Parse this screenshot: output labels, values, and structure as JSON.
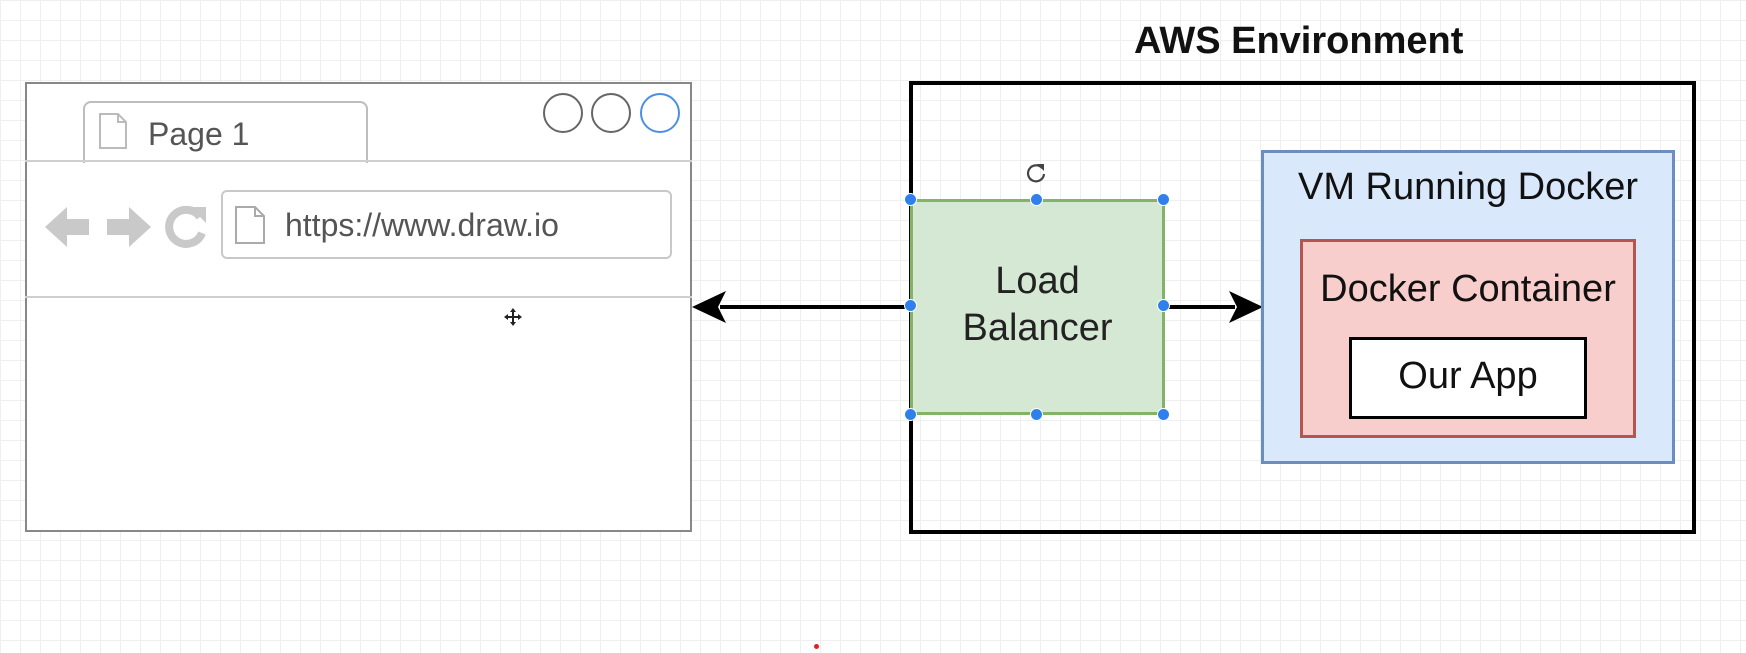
{
  "browser": {
    "tab_label": "Page 1",
    "url": "https://www.draw.io",
    "icons": [
      "document-icon",
      "back-arrow-icon",
      "forward-arrow-icon",
      "reload-icon",
      "move-cursor-icon"
    ]
  },
  "aws": {
    "title": "AWS Environment",
    "load_balancer": "Load Balancer",
    "load_balancer_lines": [
      "Load",
      "Balancer"
    ],
    "vm": "VM Running Docker",
    "container": "Docker Container",
    "app": "Our App"
  },
  "colors": {
    "lb_fill": "#d5e8d4",
    "lb_stroke": "#82b366",
    "vm_fill": "#dae8fc",
    "vm_stroke": "#6c8ebf",
    "container_fill": "#f8cecc",
    "container_stroke": "#b85450",
    "selection": "#2f80ed"
  }
}
